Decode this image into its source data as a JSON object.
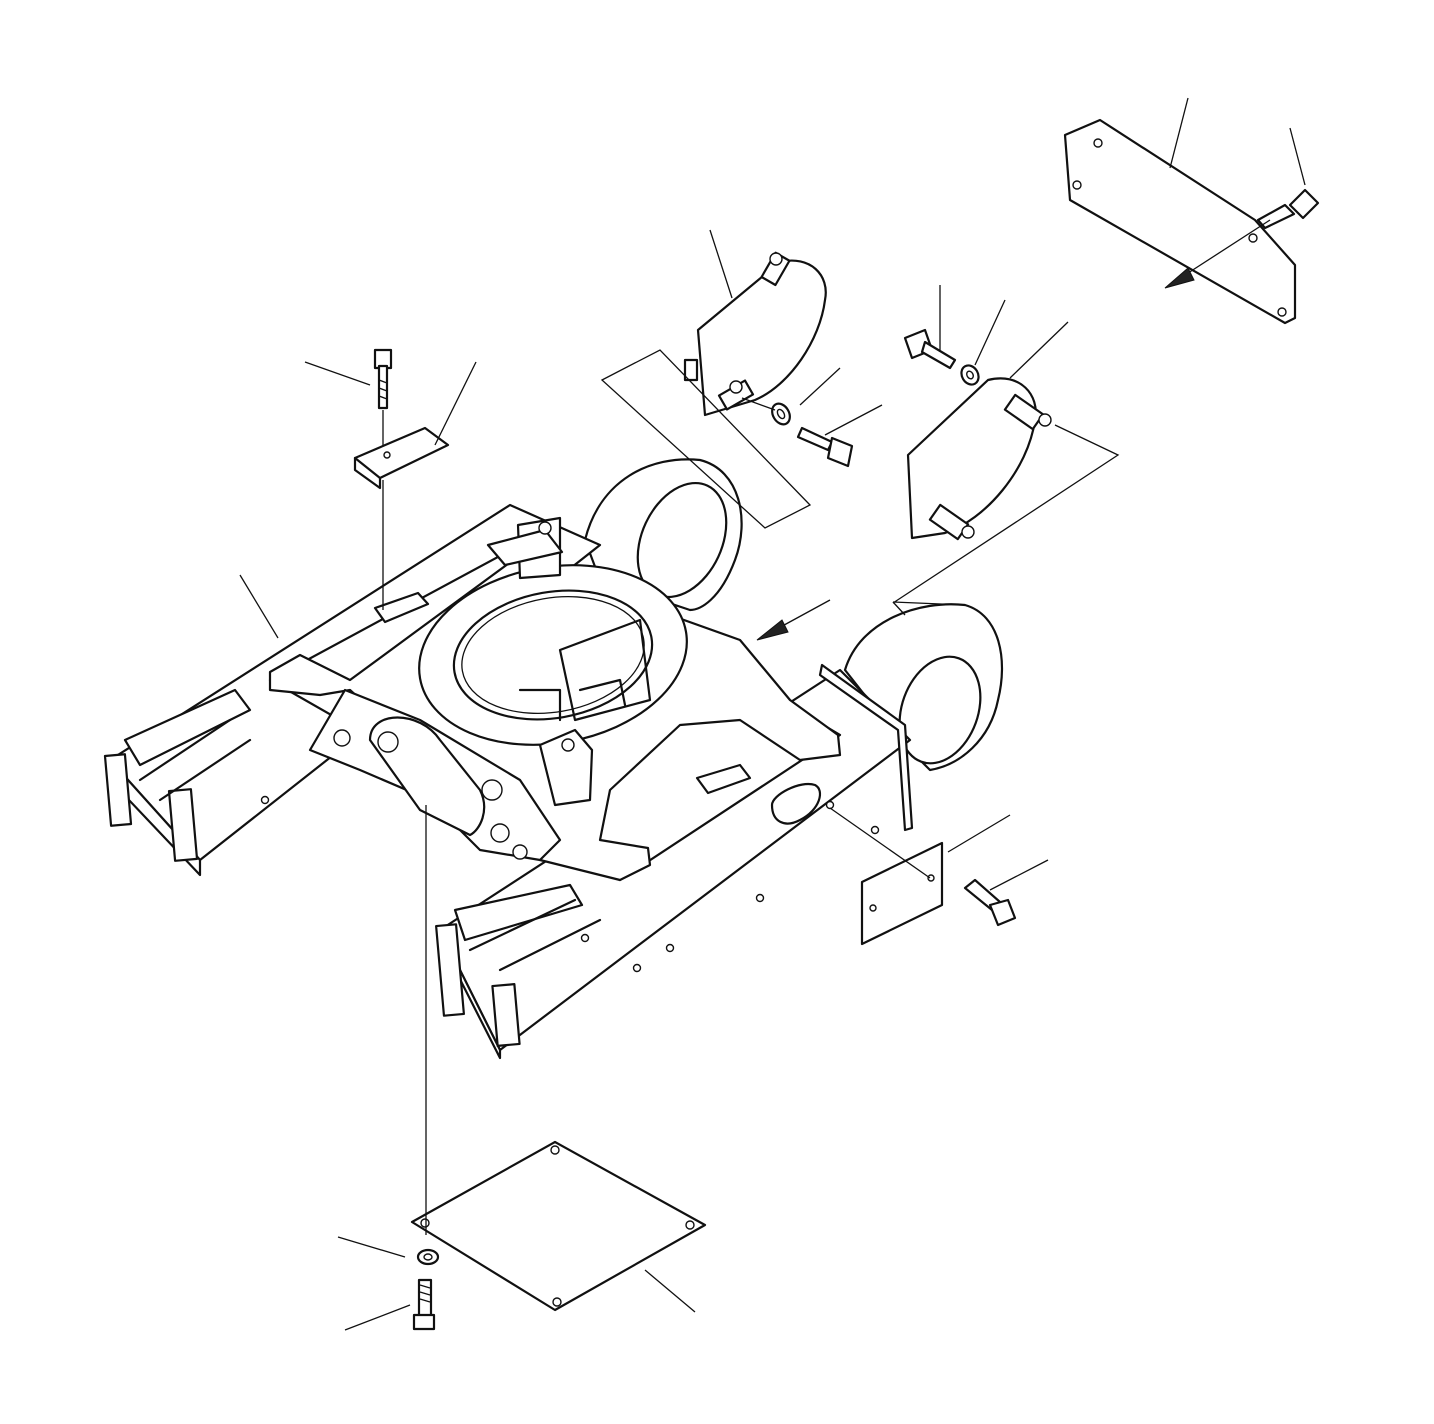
{
  "diagram": {
    "stroke_color": "#111111",
    "background_color": "#ffffff",
    "parts": [
      {
        "name": "track-frame",
        "icon": "track-frame-icon"
      },
      {
        "name": "bottom-guard-plate",
        "icon": "plate-icon"
      },
      {
        "name": "front-cover-left",
        "icon": "cover-icon"
      },
      {
        "name": "front-cover-right",
        "icon": "cover-icon"
      },
      {
        "name": "rear-cover",
        "icon": "cover-icon"
      },
      {
        "name": "side-plate",
        "icon": "plate-icon"
      },
      {
        "name": "clamp-plate",
        "icon": "clamp-icon"
      },
      {
        "name": "bolts",
        "icon": "bolt-icon"
      },
      {
        "name": "washers",
        "icon": "washer-icon"
      }
    ]
  }
}
